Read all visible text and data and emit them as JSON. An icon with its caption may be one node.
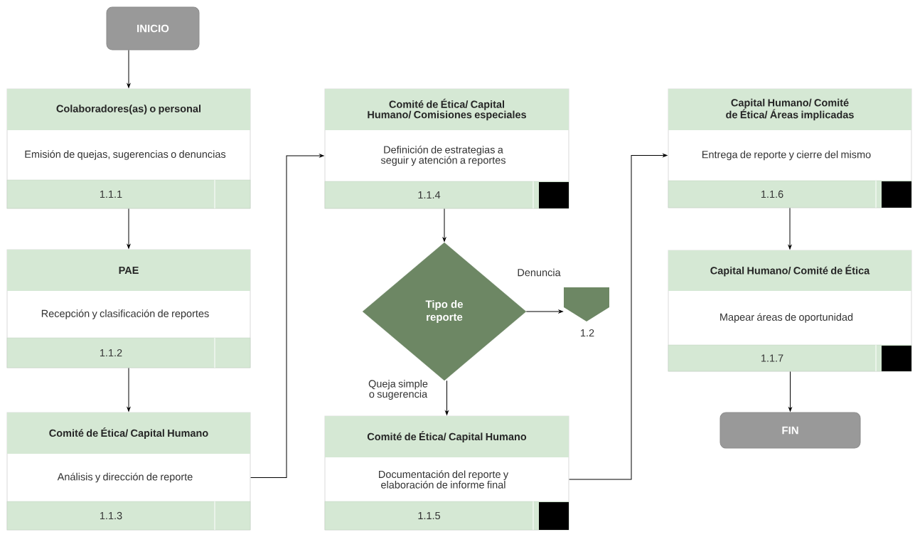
{
  "diagram": {
    "nodes": [
      {
        "text": [
          "INICIO"
        ]
      },
      {
        "text": [
          "Colaboradores(as) o personal",
          "Emisión de quejas, sugerencias o denuncias",
          "1.1.1"
        ]
      },
      {
        "text": [
          "PAE",
          "Recepción y clasificación de reportes",
          "1.1.2"
        ]
      },
      {
        "text": [
          "Comité de Ética/ Capital Humano",
          "Análisis y dirección de reporte",
          "1.1.3"
        ]
      },
      {
        "text": [
          "Comité de Ética/ Capital Humano/ Comisiones especiales",
          "Definición de estrategias a seguir y atención a reportes",
          "1.1.4"
        ]
      },
      {
        "text": [
          "Tipo de reporte"
        ]
      },
      {
        "text": [],
        "shape": "pentagon",
        "beside": [
          "1.2"
        ]
      },
      {
        "text": [
          "Comité de Ética/ Capital Humano",
          "Documentación del reporte y elaboración de informe final",
          "1.1.5"
        ]
      },
      {
        "text": [
          "Capital Humano/ Comité de Ética/ Áreas implicadas",
          "Entrega de reporte y cierre del mismo",
          "1.1.6"
        ]
      },
      {
        "text": [
          "Capital Humano/ Comité de Ética",
          "Mapear áreas de oportunidad",
          "1.1.7"
        ]
      },
      {
        "text": [
          "FIN"
        ]
      }
    ],
    "edges": [
      {
        "from": 0,
        "to": 1,
        "arrow": "to"
      },
      {
        "from": 1,
        "to": 2,
        "arrow": "to"
      },
      {
        "from": 2,
        "to": 3,
        "arrow": "to"
      },
      {
        "from": 3,
        "to": 4,
        "arrow": "to"
      },
      {
        "from": 4,
        "to": 5,
        "arrow": "to"
      },
      {
        "from": 5,
        "to": 6,
        "arrow": "to",
        "label": "Denuncia"
      },
      {
        "from": 5,
        "to": 7,
        "arrow": "to",
        "label": "Queja simple o sugerencia"
      },
      {
        "from": 7,
        "to": 8,
        "arrow": "to"
      },
      {
        "from": 8,
        "to": 9,
        "arrow": "to"
      },
      {
        "from": 9,
        "to": 10,
        "arrow": "to"
      }
    ]
  }
}
